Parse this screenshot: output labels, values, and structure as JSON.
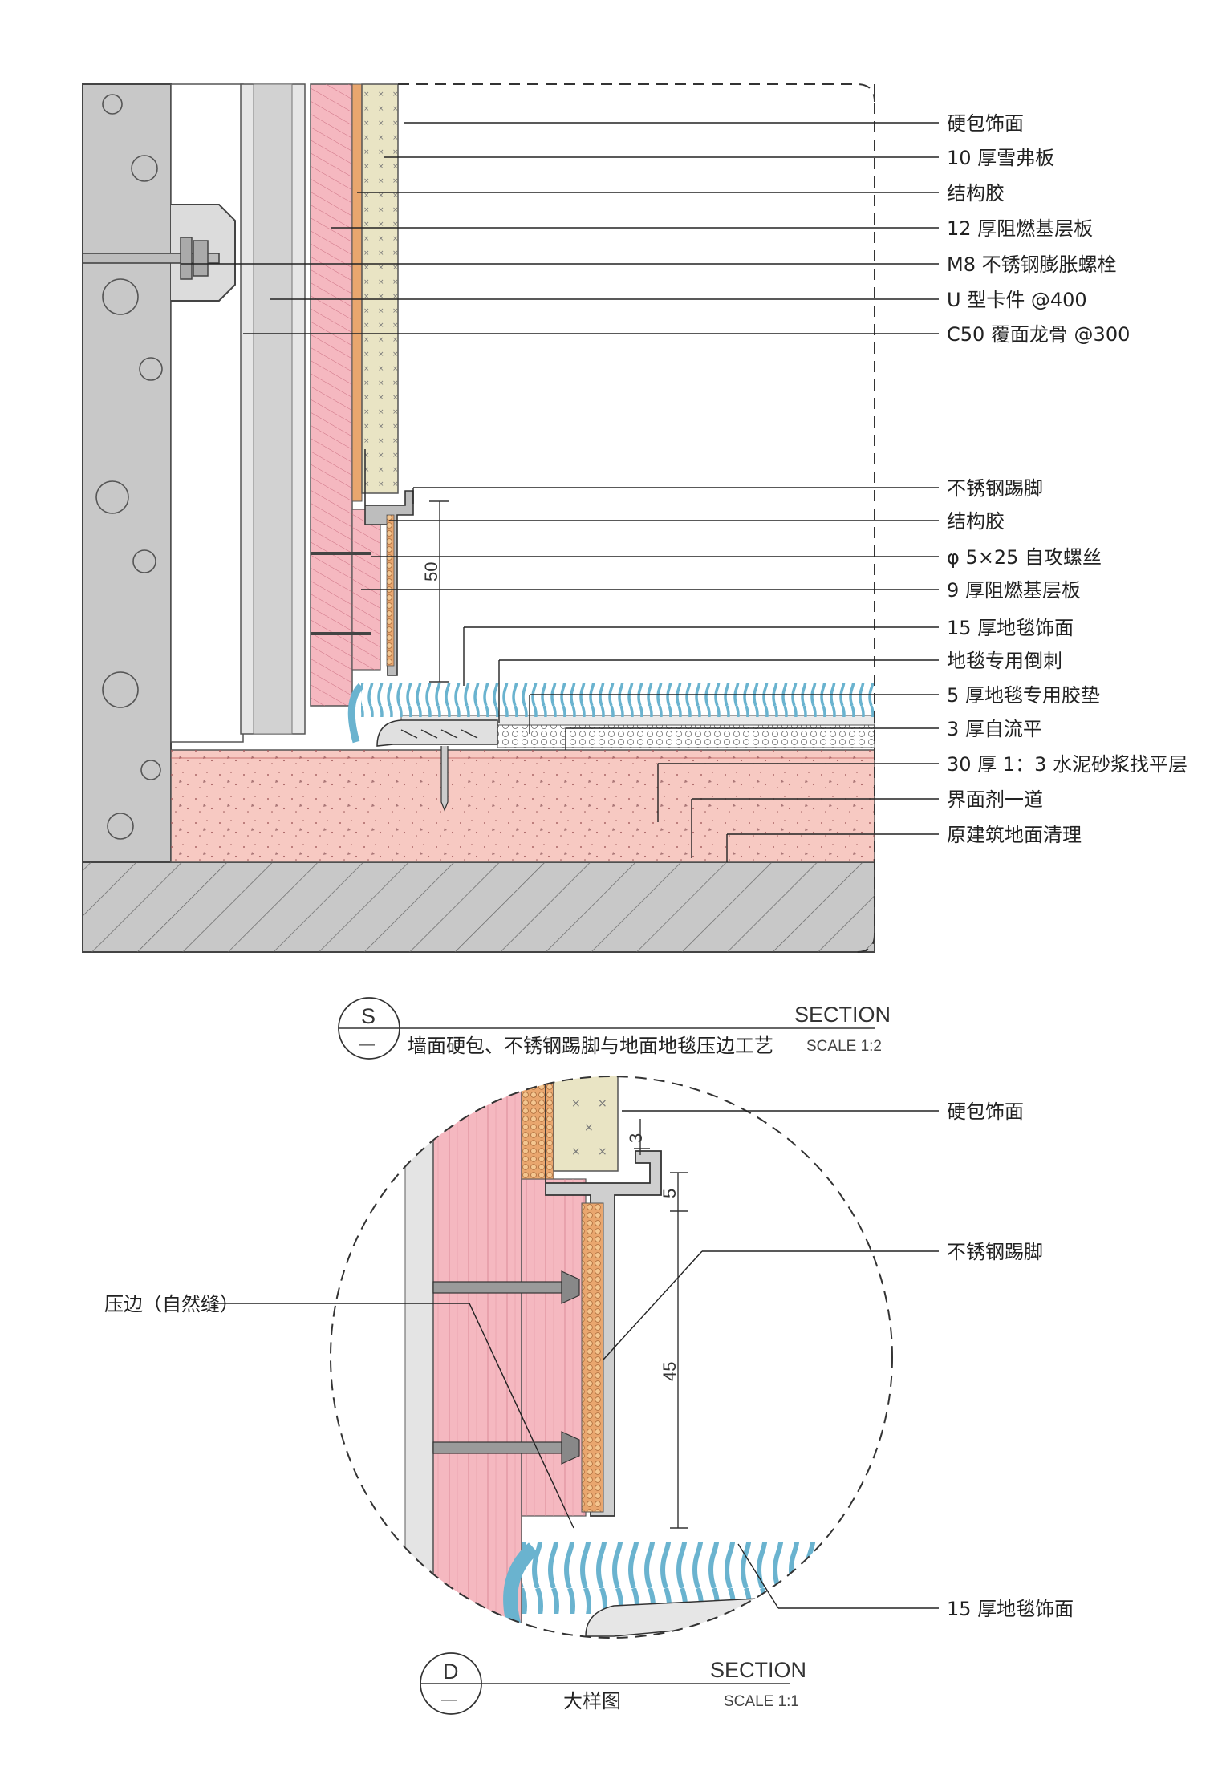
{
  "section_s": {
    "bubble_letter": "S",
    "bubble_sub": "—",
    "title_en": "SECTION",
    "scale": "SCALE 1:2",
    "title_cn": "墙面硬包、不锈钢踢脚与地面地毯压边工艺",
    "labels": [
      "硬包饰面",
      "10 厚雪弗板",
      "结构胶",
      "12 厚阻燃基层板",
      "M8 不锈钢膨胀螺栓",
      "U 型卡件 @400",
      "C50 覆面龙骨 @300",
      "不锈钢踢脚",
      "结构胶",
      "φ 5×25 自攻螺丝",
      "9 厚阻燃基层板",
      "15 厚地毯饰面",
      "地毯专用倒刺",
      "5 厚地毯专用胶垫",
      "3 厚自流平",
      "30 厚 1：3 水泥砂浆找平层",
      "界面剂一道",
      "原建筑地面清理"
    ],
    "dimension_50": "50"
  },
  "section_d": {
    "bubble_letter": "D",
    "bubble_sub": "—",
    "title_en": "SECTION",
    "scale": "SCALE 1:1",
    "title_cn": "大样图",
    "labels": {
      "finish": "硬包饰面",
      "skirting": "不锈钢踢脚",
      "edge": "压边（自然缝）",
      "carpet": "15 厚地毯饰面"
    },
    "dimensions": {
      "d3": "3",
      "d5": "5",
      "d45": "45"
    }
  },
  "colors": {
    "concrete": "#c8c8c8",
    "board_pink": "#f5b8c0",
    "screed_pink": "#f7c9c2",
    "foam_beige": "#e9e4c4",
    "carpet_blue": "#7fbfd6",
    "cork_orange": "#e9a66e",
    "steel": "#9a9a9a"
  }
}
